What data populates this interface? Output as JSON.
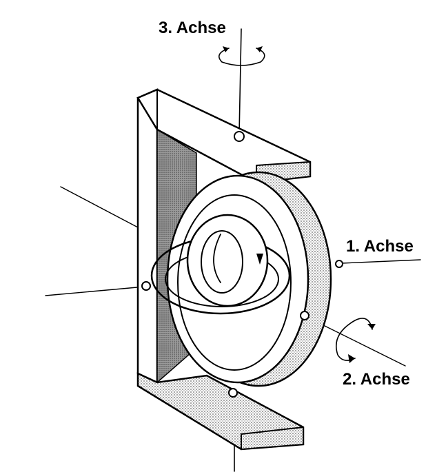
{
  "labels": {
    "axis3": "3. Achse",
    "axis1": "1. Achse",
    "axis2": "2. Achse"
  },
  "colors": {
    "ink": "#000000",
    "paper": "#ffffff",
    "stipple": "#b8b8b8",
    "dark_shade": "#7a7a7a"
  }
}
